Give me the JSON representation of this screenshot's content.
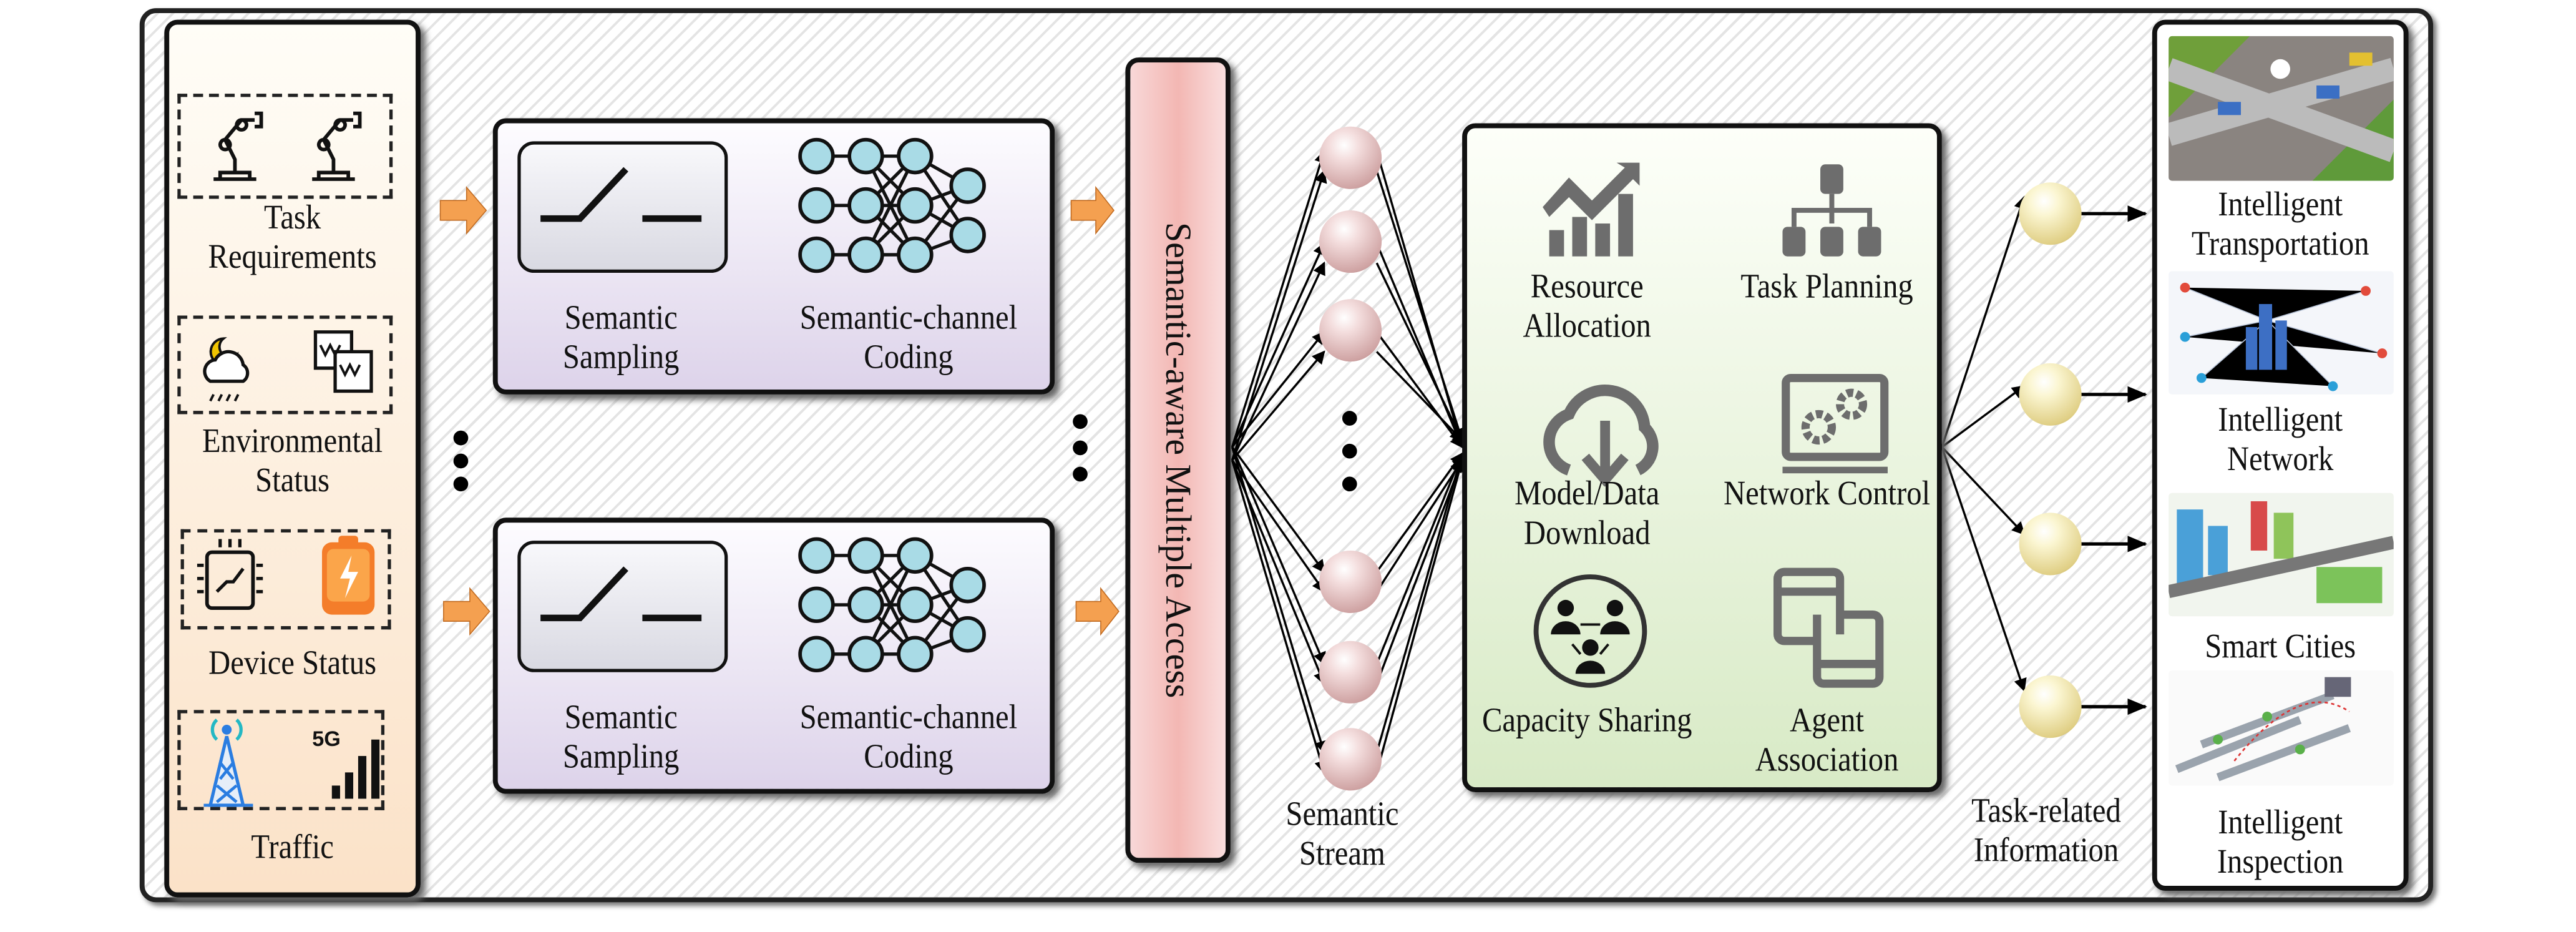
{
  "inputs": [
    {
      "label": "Task Requirements",
      "icons": [
        "robot-arm-icon",
        "robot-arm-icon"
      ]
    },
    {
      "label": "Environmental Status",
      "icons": [
        "weather-night-rain-icon",
        "waveform-windows-icon"
      ]
    },
    {
      "label": "Device Status",
      "icons": [
        "chip-switch-icon",
        "battery-charging-icon"
      ]
    },
    {
      "label": "Traffic",
      "icons": [
        "cell-tower-icon",
        "5g-signal-icon"
      ],
      "badge": "5G"
    }
  ],
  "pipelines": [
    {
      "sampling": "Semantic Sampling",
      "coding": "Semantic-channel Coding"
    },
    {
      "sampling": "Semantic Sampling",
      "coding": "Semantic-channel Coding"
    }
  ],
  "multiple_access": "Semantic-aware Multiple Access",
  "stream_label": "Semantic Stream",
  "functions": [
    {
      "label": "Resource Allocation",
      "icon": "bar-chart-trend-icon"
    },
    {
      "label": "Task Planning",
      "icon": "hierarchy-icon"
    },
    {
      "label": "Model/Data Download",
      "icon": "cloud-download-icon"
    },
    {
      "label": "Network Control",
      "icon": "gears-monitor-icon"
    },
    {
      "label": "Capacity Sharing",
      "icon": "users-circle-icon"
    },
    {
      "label": "Agent Association",
      "icon": "linked-windows-icon"
    }
  ],
  "task_info_label": "Task-related Information",
  "applications": [
    {
      "label": "Intelligent Transportation"
    },
    {
      "label": "Intelligent Network"
    },
    {
      "label": "Smart Cities"
    },
    {
      "label": "Intelligent Inspection"
    }
  ],
  "colors": {
    "input_panel": "#fbe2c8",
    "pipeline": "#ddd3ea",
    "multiple_access": "#f3b7b3",
    "function_panel": "#d8eac6",
    "arrow": "#f4a050",
    "nn_node": "#a9dbe6"
  }
}
